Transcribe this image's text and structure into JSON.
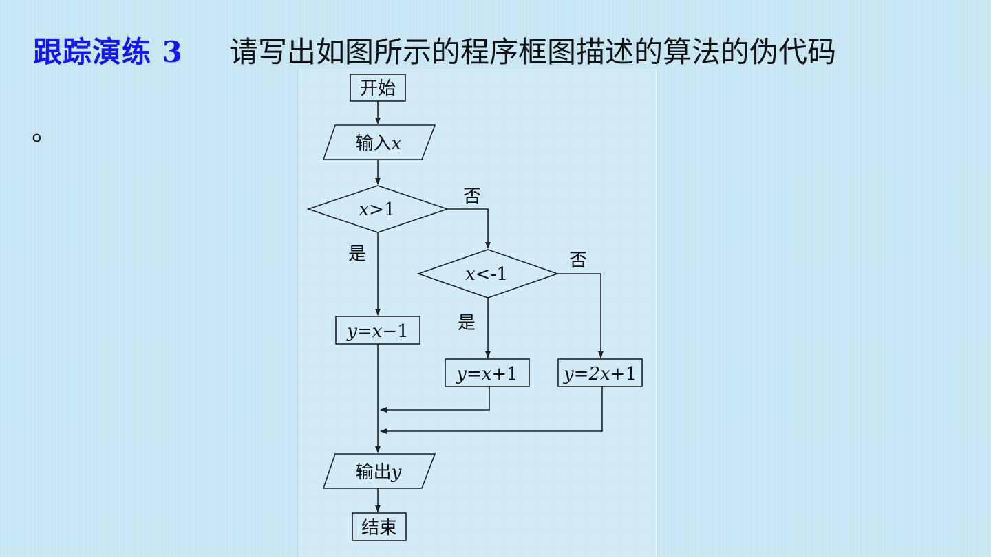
{
  "slide": {
    "lead": "跟踪演练 3",
    "question": "请写出如图所示的程序框图描述的算法的伪代码",
    "tail": "。"
  },
  "flowchart": {
    "start": "开始",
    "input_prefix": "输入",
    "input_var": "x",
    "cond1_var": "x",
    "cond1_rest": ">1",
    "cond1_no": "否",
    "cond1_yes": "是",
    "cond2_var": "x",
    "cond2_rest": "<-1",
    "cond2_no": "否",
    "cond2_yes": "是",
    "assign1_pre": "y=",
    "assign1_var": "x",
    "assign1_post": "−1",
    "assign2_pre": "y=",
    "assign2_var": "x",
    "assign2_post": "+1",
    "assign3_pre": "y=2",
    "assign3_var": "x",
    "assign3_post": "+1",
    "output_prefix": "输出",
    "output_var": "y",
    "end": "结束"
  },
  "colors": {
    "lead": "#1515ee",
    "stroke": "#222222"
  }
}
